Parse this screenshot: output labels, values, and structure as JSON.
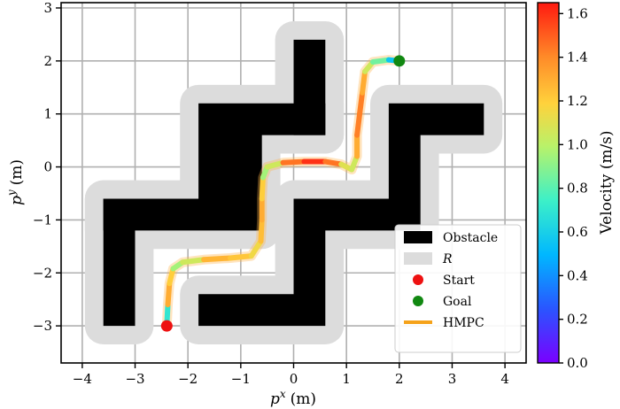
{
  "chart_data": {
    "type": "line",
    "xlabel_base": "p",
    "xlabel_sup": "x",
    "xlabel_unit": "(m)",
    "ylabel_base": "p",
    "ylabel_sup": "y",
    "ylabel_unit": "(m)",
    "xlim": [
      -4.4,
      4.4
    ],
    "ylim": [
      -3.7,
      3.1
    ],
    "xticks": [
      -4,
      -3,
      -2,
      -1,
      0,
      1,
      2,
      3,
      4
    ],
    "yticks": [
      -3,
      -2,
      -1,
      0,
      1,
      2,
      3
    ],
    "xtick_labels": [
      "−4",
      "−3",
      "−2",
      "−1",
      "0",
      "1",
      "2",
      "3",
      "4"
    ],
    "ytick_labels": [
      "−3",
      "−2",
      "−1",
      "0",
      "1",
      "2",
      "3"
    ],
    "grid": true,
    "region_margin": 0.35,
    "obstacles": [
      {
        "name": "top-bar",
        "x0": 0.0,
        "x1": 0.6,
        "y0": 0.6,
        "y1": 2.4
      },
      {
        "name": "upper-left-z",
        "points": [
          [
            -1.8,
            1.2
          ],
          [
            0.6,
            1.2
          ],
          [
            0.6,
            0.6
          ],
          [
            -0.6,
            0.6
          ],
          [
            -0.6,
            -1.2
          ],
          [
            -3.6,
            -1.2
          ],
          [
            -3.6,
            -0.6
          ],
          [
            -1.8,
            -0.6
          ]
        ]
      },
      {
        "name": "left-bar",
        "x0": -3.6,
        "x1": -3.0,
        "y0": -3.0,
        "y1": -0.6
      },
      {
        "name": "upper-right-z",
        "points": [
          [
            1.8,
            1.2
          ],
          [
            3.6,
            1.2
          ],
          [
            3.6,
            0.6
          ],
          [
            2.4,
            0.6
          ],
          [
            2.4,
            -1.2
          ],
          [
            0.0,
            -1.2
          ],
          [
            0.0,
            -0.6
          ],
          [
            1.8,
            -0.6
          ]
        ]
      },
      {
        "name": "lower-z",
        "points": [
          [
            0.0,
            -0.6
          ],
          [
            0.6,
            -0.6
          ],
          [
            0.6,
            -3.0
          ],
          [
            -1.8,
            -3.0
          ],
          [
            -1.8,
            -2.4
          ],
          [
            0.0,
            -2.4
          ]
        ]
      }
    ],
    "start": [
      -2.4,
      -3.0
    ],
    "goal": [
      2.0,
      2.0
    ],
    "path": [
      [
        -2.4,
        -3.0
      ],
      [
        -2.38,
        -2.6
      ],
      [
        -2.35,
        -2.2
      ],
      [
        -2.28,
        -1.92
      ],
      [
        -2.1,
        -1.8
      ],
      [
        -1.7,
        -1.75
      ],
      [
        -1.2,
        -1.72
      ],
      [
        -0.8,
        -1.68
      ],
      [
        -0.62,
        -1.4
      ],
      [
        -0.6,
        -1.0
      ],
      [
        -0.6,
        -0.6
      ],
      [
        -0.58,
        -0.2
      ],
      [
        -0.5,
        0.0
      ],
      [
        -0.2,
        0.08
      ],
      [
        0.2,
        0.1
      ],
      [
        0.6,
        0.1
      ],
      [
        0.9,
        0.05
      ],
      [
        1.1,
        -0.05
      ],
      [
        1.2,
        0.2
      ],
      [
        1.2,
        0.6
      ],
      [
        1.25,
        1.0
      ],
      [
        1.3,
        1.4
      ],
      [
        1.35,
        1.8
      ],
      [
        1.5,
        1.98
      ],
      [
        1.8,
        2.02
      ],
      [
        2.0,
        2.0
      ]
    ],
    "velocity": [
      0.2,
      1.2,
      1.4,
      1.0,
      0.9,
      1.2,
      1.35,
      1.1,
      1.2,
      1.3,
      1.3,
      1.1,
      0.8,
      1.3,
      1.6,
      1.6,
      1.3,
      0.9,
      1.2,
      1.4,
      1.45,
      1.4,
      1.2,
      0.9,
      0.8,
      0.3
    ],
    "colorbar": {
      "label": "Velocity (m/s)",
      "min": 0.0,
      "max": 1.65,
      "ticks": [
        0.0,
        0.2,
        0.4,
        0.6,
        0.8,
        1.0,
        1.2,
        1.4,
        1.6
      ],
      "tick_labels": [
        "0.0",
        "0.2",
        "0.4",
        "0.6",
        "0.8",
        "1.0",
        "1.2",
        "1.4",
        "1.6"
      ]
    },
    "legend": {
      "placement": "lower-right",
      "items": [
        {
          "label": "Obstacle",
          "color": "#000000"
        },
        {
          "label": "R",
          "color": "#dcdcdc"
        },
        {
          "label": "Start",
          "color": "#ee1111"
        },
        {
          "label": "Goal",
          "color": "#118811"
        },
        {
          "label": "HMPC",
          "color": "#f5a21a"
        }
      ]
    }
  }
}
